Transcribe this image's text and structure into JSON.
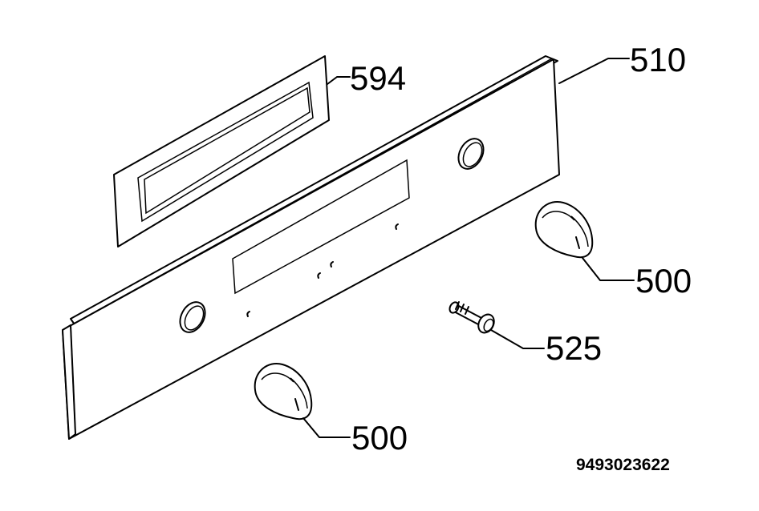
{
  "labels": {
    "panel": "510",
    "display_window": "594",
    "knob_right": "500",
    "knob_left": "500",
    "shaft": "525"
  },
  "drawing_number": "9493023622"
}
